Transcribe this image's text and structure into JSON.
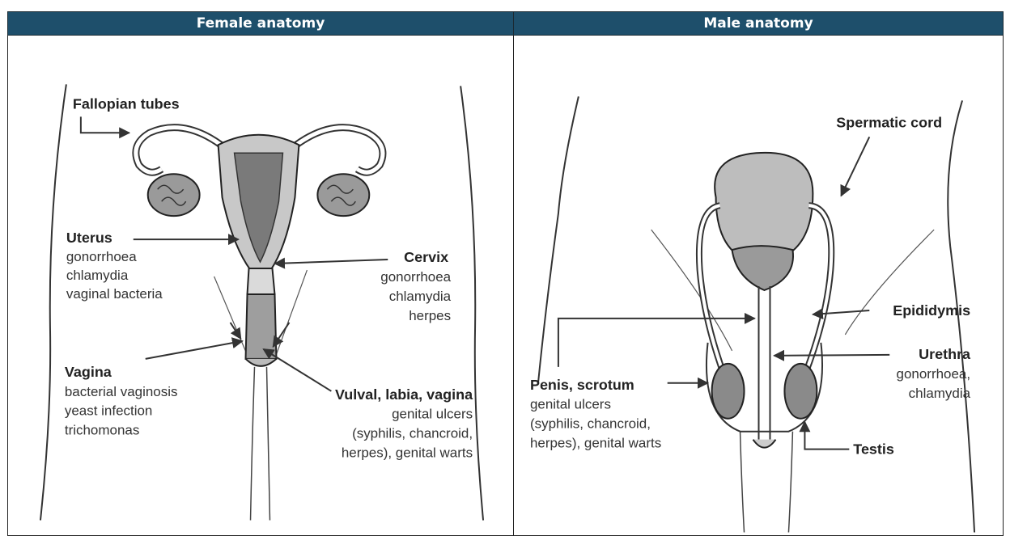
{
  "headers": {
    "female": "Female anatomy",
    "male": "Male anatomy"
  },
  "female": {
    "fallopian_tubes": "Fallopian tubes",
    "uterus": {
      "title": "Uterus",
      "lines": [
        "gonorrhoea",
        "chlamydia",
        "vaginal bacteria"
      ]
    },
    "cervix": {
      "title": "Cervix",
      "lines": [
        "gonorrhoea",
        "chlamydia",
        "herpes"
      ]
    },
    "vagina": {
      "title": "Vagina",
      "lines": [
        "bacterial vaginosis",
        "yeast infection",
        "trichomonas"
      ]
    },
    "vulval": {
      "title": "Vulval, labia, vagina",
      "lines": [
        "genital ulcers",
        "(syphilis, chancroid,",
        "herpes), genital warts"
      ]
    }
  },
  "male": {
    "spermatic_cord": "Spermatic cord",
    "epididymis": "Epididymis",
    "urethra": {
      "title": "Urethra",
      "lines": [
        "gonorrhoea,",
        "chlamydia"
      ]
    },
    "penis": {
      "title": "Penis, scrotum",
      "lines": [
        "genital ulcers",
        "(syphilis, chancroid,",
        "herpes), genital warts"
      ]
    },
    "testis": "Testis"
  }
}
